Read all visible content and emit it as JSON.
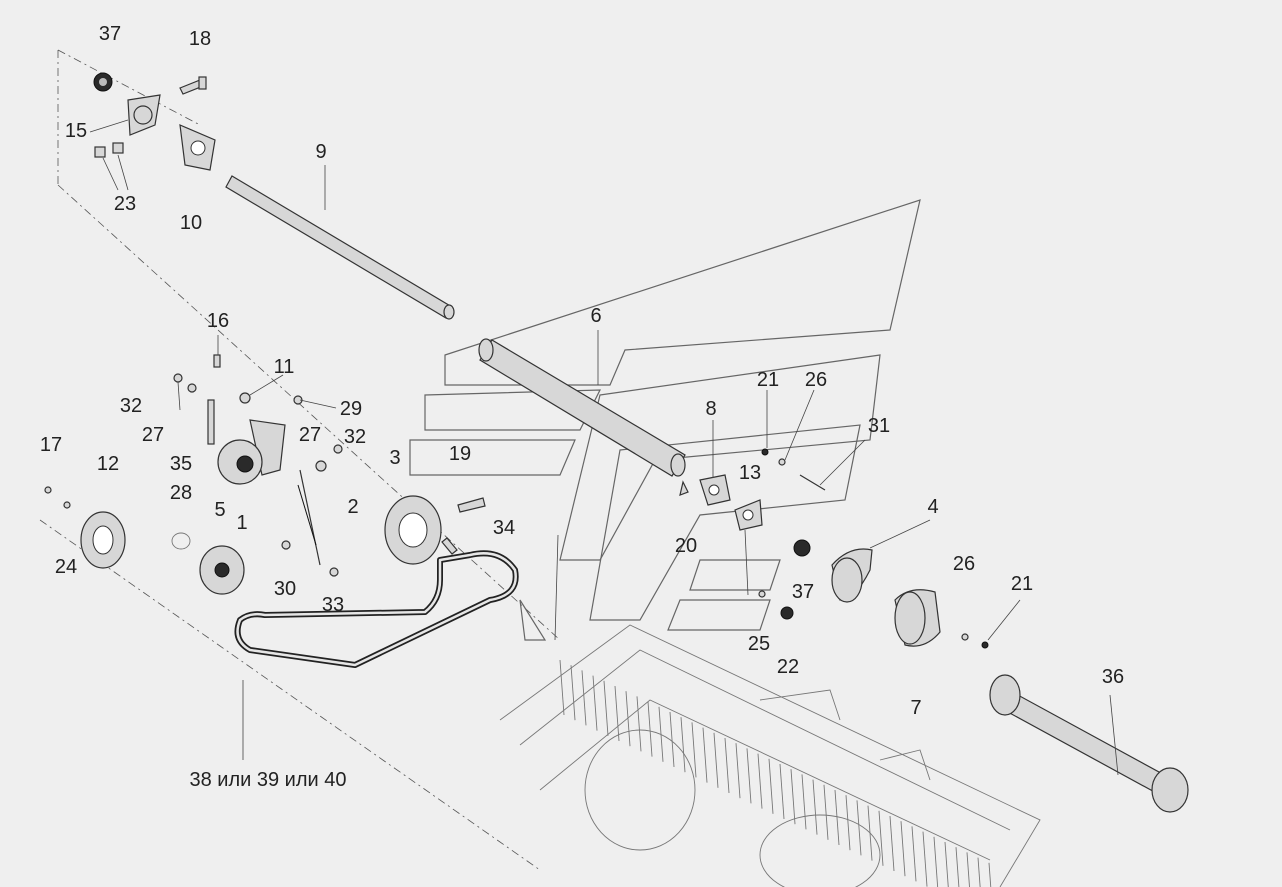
{
  "callouts": {
    "c37a": "37",
    "c18": "18",
    "c15": "15",
    "c23": "23",
    "c10": "10",
    "c9": "9",
    "c6": "6",
    "c16": "16",
    "c11": "11",
    "c32a": "32",
    "c27a": "27",
    "c29": "29",
    "c17": "17",
    "c12": "12",
    "c35": "35",
    "c27b": "27",
    "c32b": "32",
    "c3": "3",
    "c19": "19",
    "c28": "28",
    "c5": "5",
    "c1": "1",
    "c2": "2",
    "c24": "24",
    "c30": "30",
    "c33": "33",
    "c34": "34",
    "c8": "8",
    "c21a": "21",
    "c26a": "26",
    "c31": "31",
    "c13": "13",
    "c20": "20",
    "c37b": "37",
    "c25": "25",
    "c22": "22",
    "c4": "4",
    "c26b": "26",
    "c21b": "21",
    "c7": "7",
    "c36": "36",
    "belt_options": "38 или 39 или 40"
  }
}
